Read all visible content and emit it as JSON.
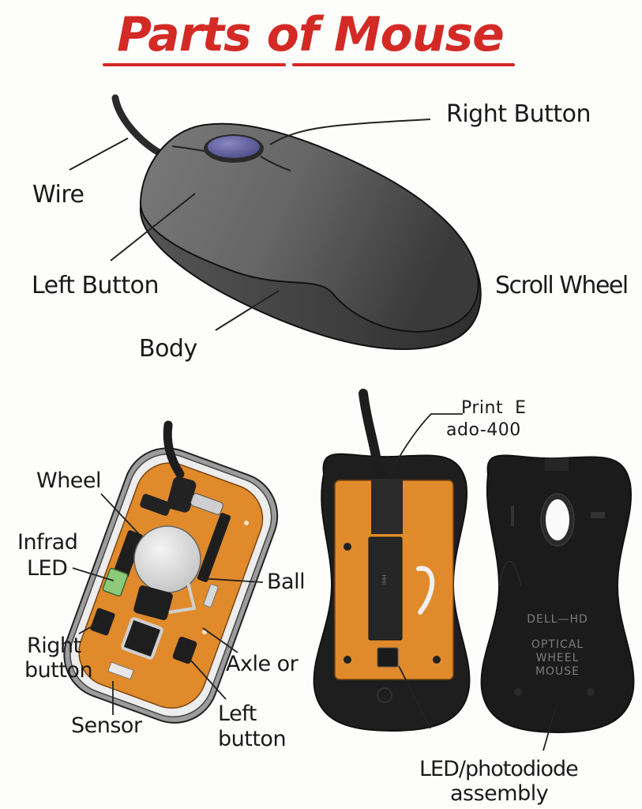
{
  "title": "Parts of Mouse",
  "colors": {
    "title_red": "#d42a25",
    "mouse_body_gray": "#6b6b6b",
    "mouse_dark_gray": "#3f3f3f",
    "scroll_wheel_purple": "#6a68a8",
    "pcb_orange": "#e08a2c",
    "led_green": "#8cc97a",
    "shell_black": "#1e1e1e"
  },
  "top_diagram": {
    "labels": {
      "wire": "Wire",
      "left_button": "Left Button",
      "body": "Body",
      "right_button": "Right Button",
      "scroll_wheel": "Scroll Wheel"
    }
  },
  "ball_mouse_diagram": {
    "labels": {
      "wheel": "Wheel",
      "infrared_led_line1": "Infrad",
      "infrared_led_line2": "LED",
      "ball": "Ball",
      "right_button_line1": "Right",
      "right_button_line2": "button",
      "axle": "Axle or",
      "sensor": "Sensor",
      "left_button_line1": "Left",
      "left_button_line2": "button"
    }
  },
  "optical_mouse_diagram": {
    "labels": {
      "print_line1": "Print  E",
      "print_line2": "ado-400",
      "led_assembly_line1": "LED/photodiode",
      "led_assembly_line2": "assembly"
    },
    "embossed_text": {
      "brand": "DELL—HD",
      "line1": "OPTICAL",
      "line2": "WHEEL",
      "line3": "MOUSE"
    }
  }
}
